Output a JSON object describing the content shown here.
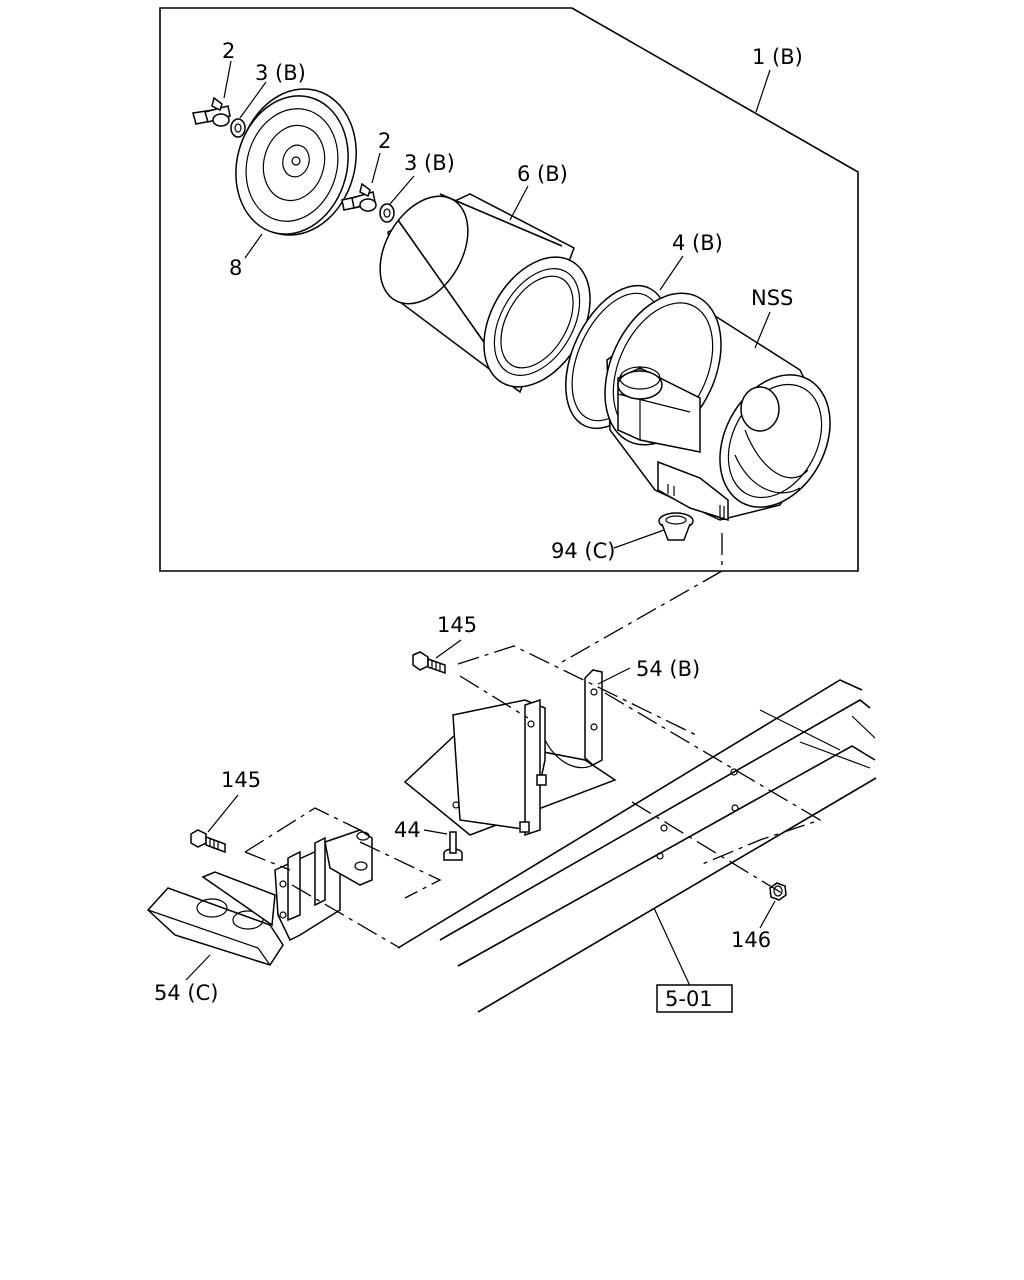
{
  "labels": {
    "wing_bolt_top": "2",
    "washer_top": "3 (B)",
    "assembly": "1 (B)",
    "wing_bolt_mid": "2",
    "washer_mid": "3 (B)",
    "filter_element": "6 (B)",
    "cover": "8",
    "seal_ring": "4 (B)",
    "nss": "NSS",
    "drain_valve": "94 (C)",
    "bolt_upper": "145",
    "bracket_b": "54 (B)",
    "bolt_lower": "145",
    "bolt_44": "44",
    "nut_146": "146",
    "bracket_c": "54 (C)",
    "ref": "5-01"
  }
}
